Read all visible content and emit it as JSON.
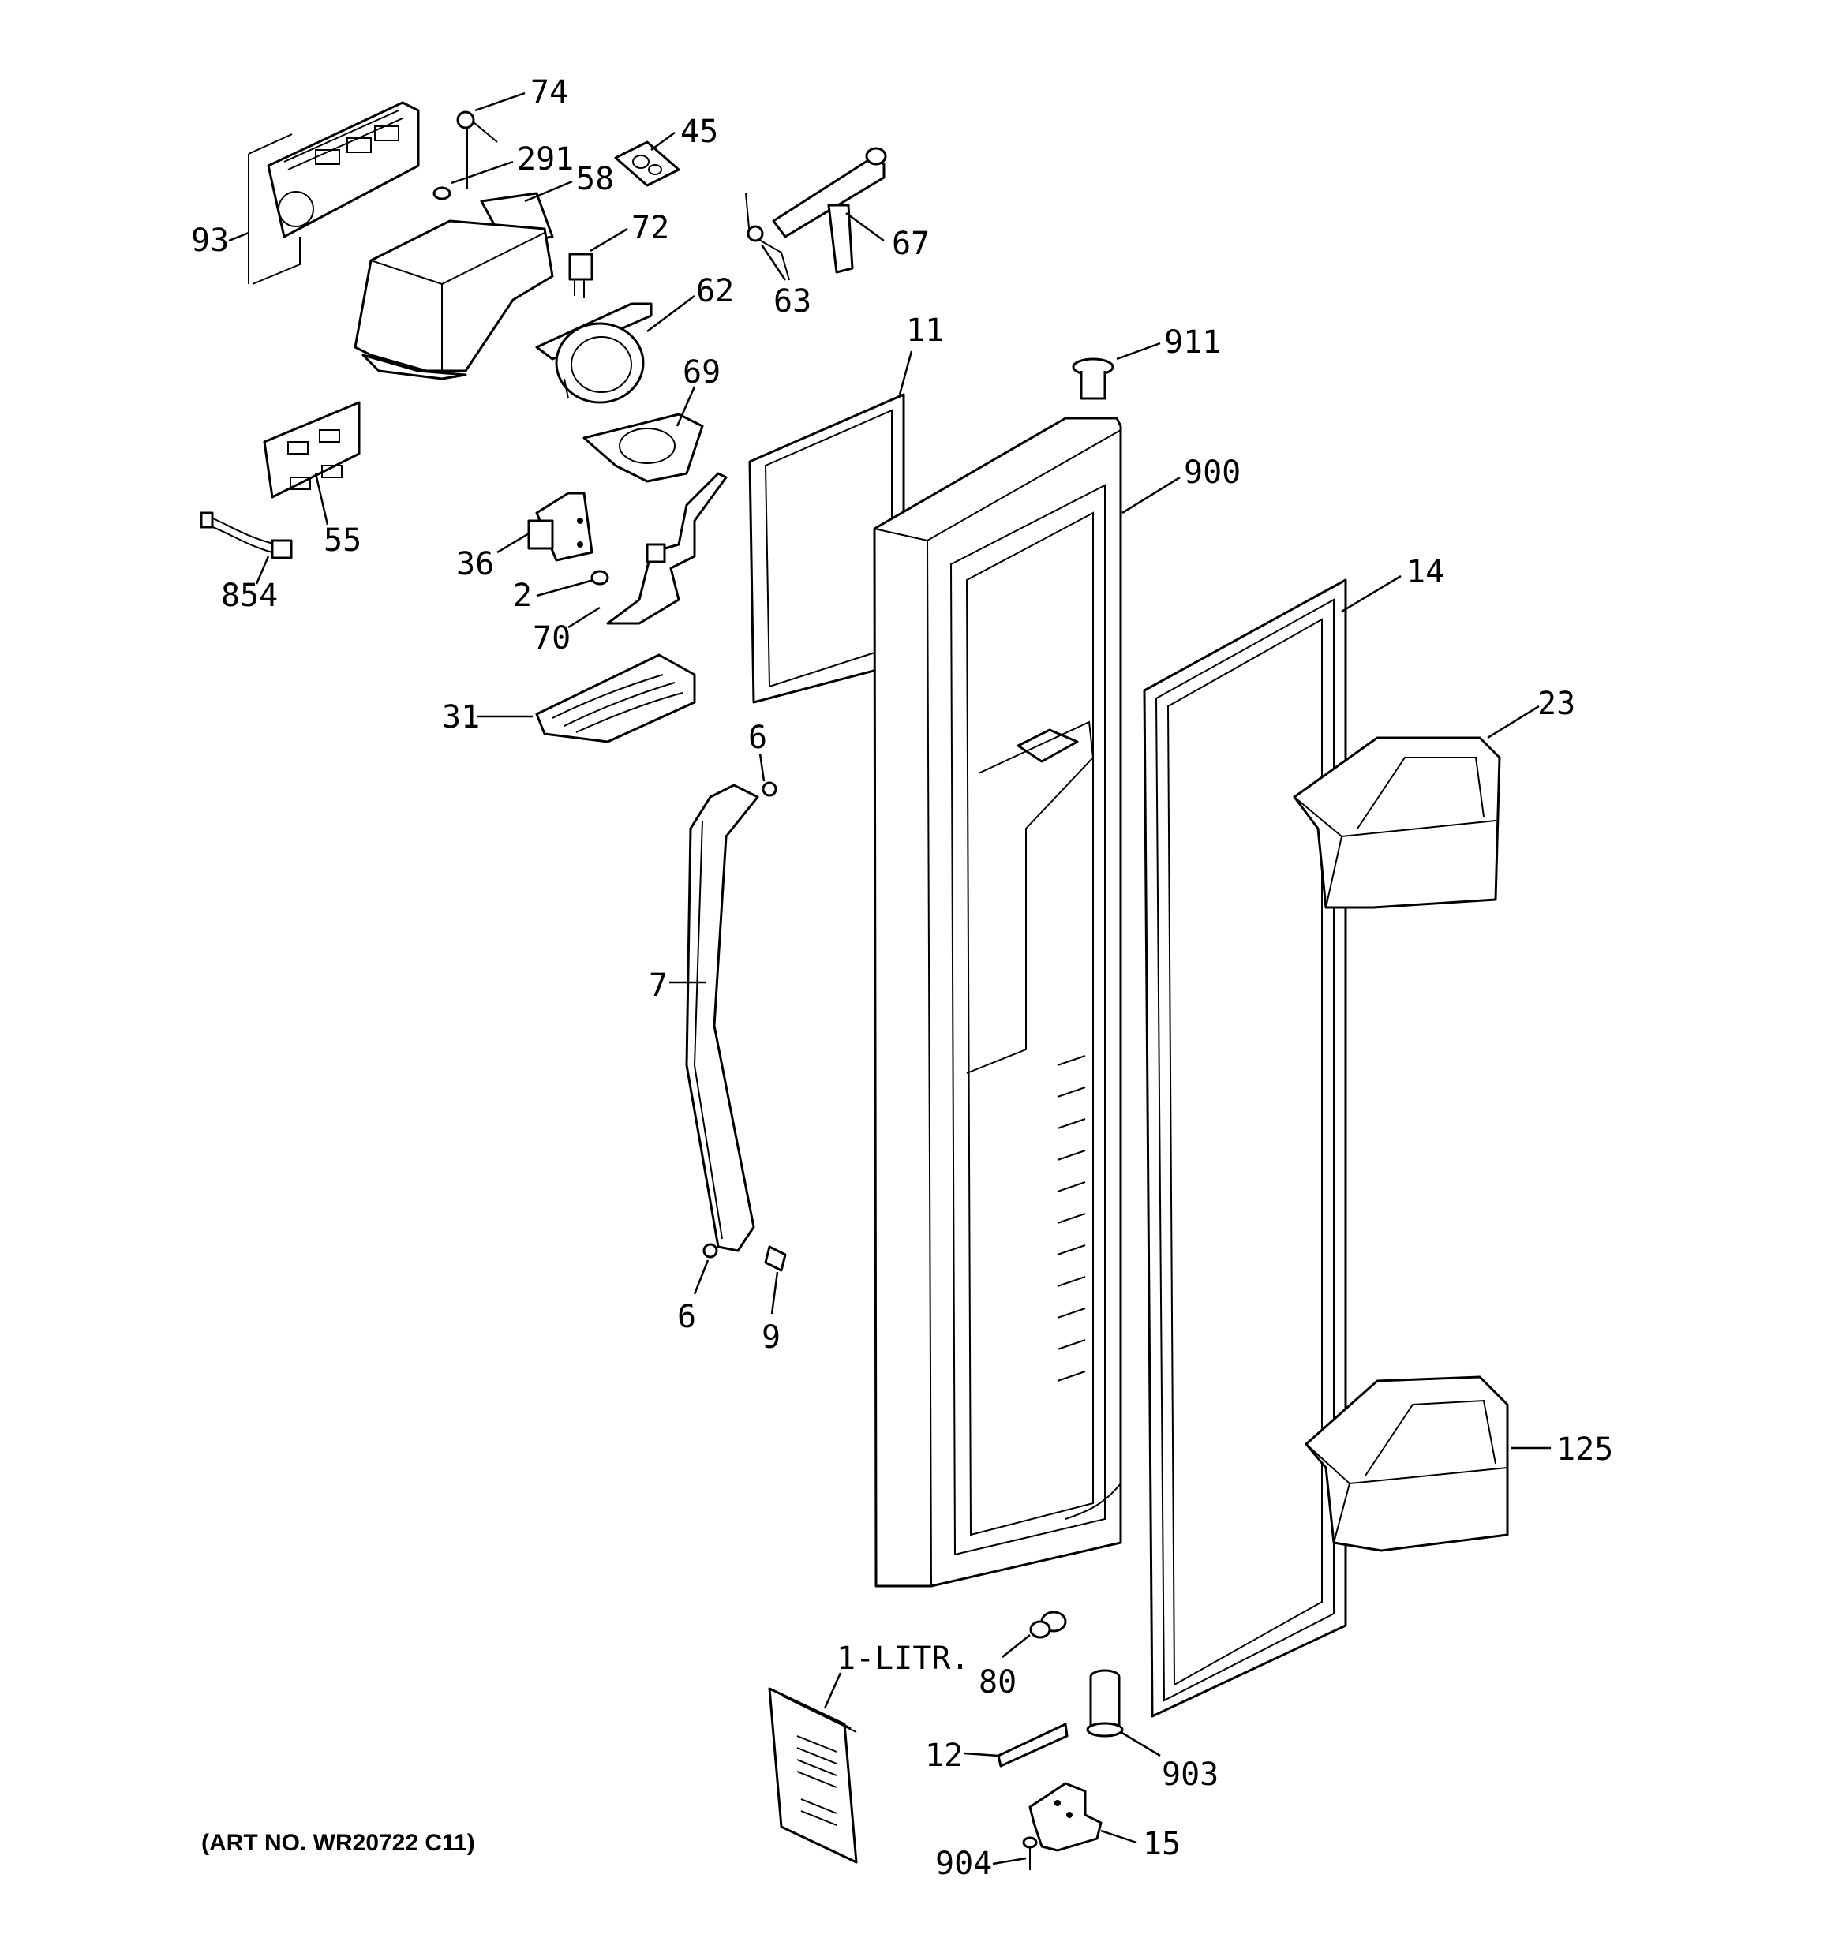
{
  "diagram": {
    "art_number": "(ART NO. WR20722 C11)",
    "callouts": {
      "c74": "74",
      "c291": "291",
      "c45": "45",
      "c58": "58",
      "c93": "93",
      "c72": "72",
      "c67": "67",
      "c63": "63",
      "c62": "62",
      "c11": "11",
      "c911": "911",
      "c69": "69",
      "c900": "900",
      "c55": "55",
      "c854": "854",
      "c36": "36",
      "c2": "2",
      "c70": "70",
      "c14": "14",
      "c31": "31",
      "c23": "23",
      "c6a": "6",
      "c7": "7",
      "c6b": "6",
      "c9": "9",
      "c125": "125",
      "c1litr": "1-LITR.",
      "c80": "80",
      "c12": "12",
      "c903": "903",
      "c904": "904",
      "c15": "15"
    }
  }
}
